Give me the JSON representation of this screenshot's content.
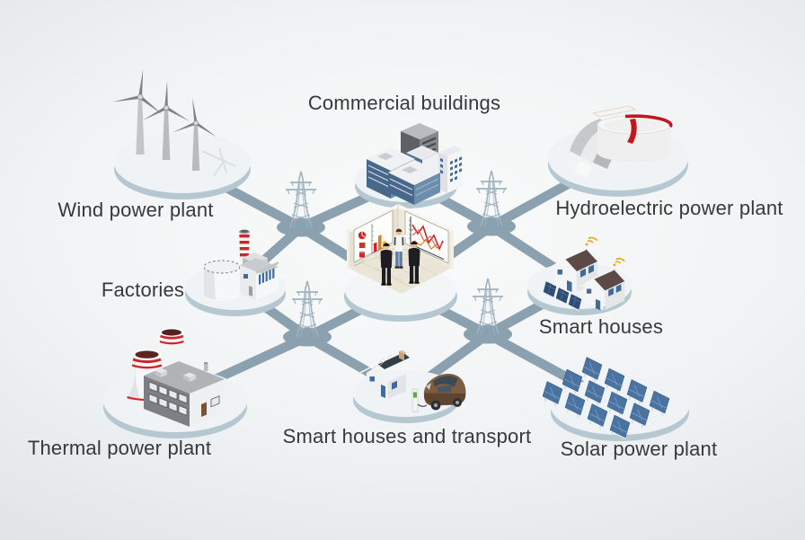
{
  "diagram_type": "smart-grid-energy-network",
  "nodes": [
    {
      "id": "wind-power-plant",
      "label": "Wind power plant",
      "icon": "wind-turbines-icon"
    },
    {
      "id": "commercial-buildings",
      "label": "Commercial buildings",
      "icon": "office-buildings-icon"
    },
    {
      "id": "hydroelectric-power-plant",
      "label": "Hydroelectric power plant",
      "icon": "hydro-dam-icon"
    },
    {
      "id": "factories",
      "label": "Factories",
      "icon": "factory-icon"
    },
    {
      "id": "smart-houses",
      "label": "Smart houses",
      "icon": "smart-houses-icon"
    },
    {
      "id": "thermal-power-plant",
      "label": "Thermal power plant",
      "icon": "cooling-towers-icon"
    },
    {
      "id": "smart-houses-and-transport",
      "label": "Smart houses and transport",
      "icon": "house-and-electric-car-icon"
    },
    {
      "id": "solar-power-plant",
      "label": "Solar power plant",
      "icon": "solar-panels-icon"
    },
    {
      "id": "control-center",
      "label": "",
      "icon": "control-room-icon"
    }
  ],
  "towers": [
    {
      "id": "tower-nw",
      "icon": "transmission-tower-icon"
    },
    {
      "id": "tower-ne",
      "icon": "transmission-tower-icon"
    },
    {
      "id": "tower-sw",
      "icon": "transmission-tower-icon"
    },
    {
      "id": "tower-se",
      "icon": "transmission-tower-icon"
    }
  ],
  "edges": [
    [
      "wind-power-plant",
      "tower-nw"
    ],
    [
      "commercial-buildings",
      "tower-nw"
    ],
    [
      "factories",
      "tower-nw"
    ],
    [
      "control-center",
      "tower-nw"
    ],
    [
      "commercial-buildings",
      "tower-ne"
    ],
    [
      "hydroelectric-power-plant",
      "tower-ne"
    ],
    [
      "smart-houses",
      "tower-ne"
    ],
    [
      "control-center",
      "tower-ne"
    ],
    [
      "factories",
      "tower-sw"
    ],
    [
      "thermal-power-plant",
      "tower-sw"
    ],
    [
      "smart-houses-and-transport",
      "tower-sw"
    ],
    [
      "control-center",
      "tower-sw"
    ],
    [
      "control-center",
      "tower-se"
    ],
    [
      "smart-houses",
      "tower-se"
    ],
    [
      "solar-power-plant",
      "tower-se"
    ],
    [
      "smart-houses-and-transport",
      "tower-se"
    ]
  ],
  "colors": {
    "background_center": "#fafbfb",
    "background_edge": "#d2d6d9",
    "power_line": "#8ba1af",
    "platform_top": "#eff3f5",
    "platform_rim": "#b5c8d2",
    "label_text": "#38383a",
    "accent_red": "#cf2027",
    "accent_blue": "#4a73a2",
    "accent_orange": "#f2a71b"
  }
}
